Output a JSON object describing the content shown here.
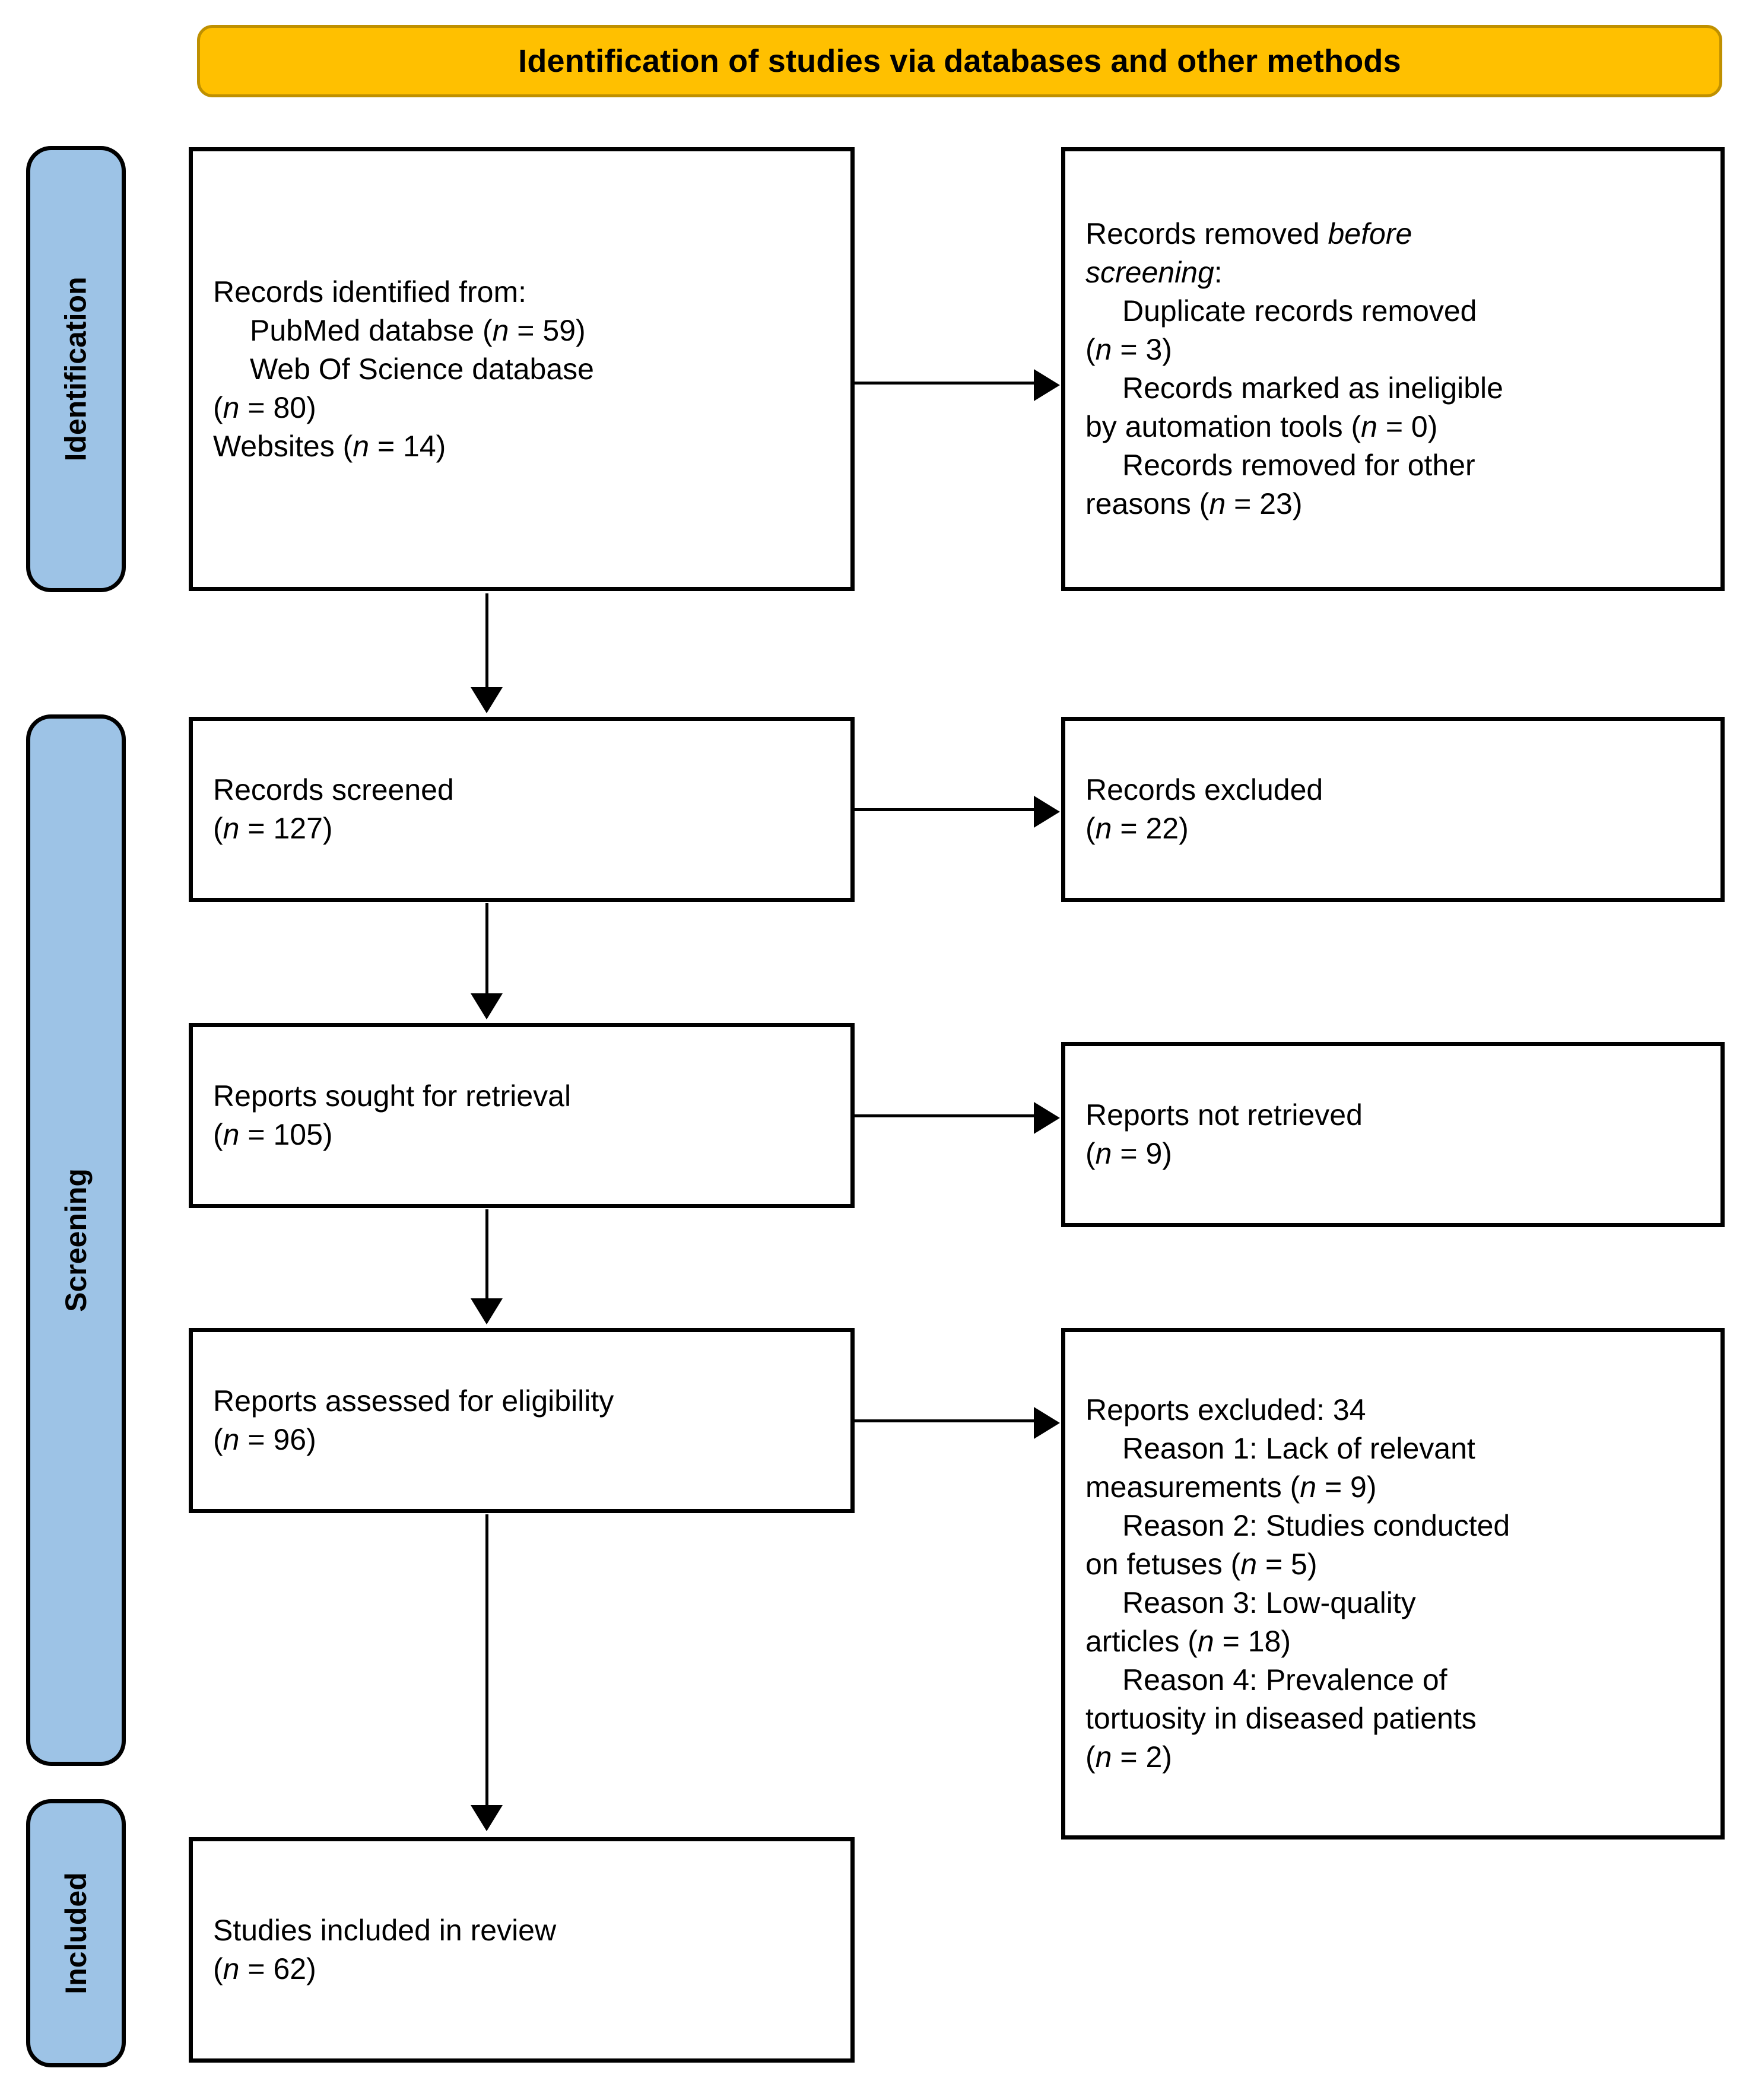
{
  "colors": {
    "banner_fill": "#FFC000",
    "banner_border": "#BF9000",
    "stage_fill": "#9DC3E6",
    "line": "#000000"
  },
  "banner": {
    "title": "Identification of studies via databases and other methods"
  },
  "stages": [
    {
      "id": "identification",
      "label": "Identification"
    },
    {
      "id": "screening",
      "label": "Screening"
    },
    {
      "id": "included",
      "label": "Included"
    }
  ],
  "boxes": {
    "identified": {
      "lines": [
        "Records identified from:",
        "PubMed databse (n = 59)",
        "Web Of Science database",
        "(n = 80)",
        "Websites (n = 14)"
      ]
    },
    "removed": {
      "lines": [
        "Records removed before",
        "screening:",
        "Duplicate records removed",
        "(n = 3)",
        "Records marked as ineligible",
        "by automation tools (n = 0)",
        "Records removed for other",
        "reasons (n = 23)"
      ]
    },
    "screened": {
      "lines": [
        "Records screened",
        "(n = 127)"
      ]
    },
    "excluded": {
      "lines": [
        "Records excluded",
        "(n = 22)"
      ]
    },
    "sought": {
      "lines": [
        "Reports sought for retrieval",
        "(n = 105)"
      ]
    },
    "not_retrieved": {
      "lines": [
        "Reports not retrieved",
        "(n = 9)"
      ]
    },
    "assessed": {
      "lines": [
        "Reports assessed for eligibility",
        "(n = 96)"
      ]
    },
    "reports_excluded": {
      "heading": "Reports excluded: 34",
      "reasons": [
        "Reason 1: Lack of relevant",
        "measurements (n = 9)",
        "Reason 2: Studies conducted",
        "on fetuses (n = 5)",
        "Reason 3: Low-quality",
        "articles (n = 18)",
        "Reason 4: Prevalence of",
        "tortuosity in diseased patients",
        "(n = 2)"
      ]
    },
    "included": {
      "lines": [
        "Studies included in review",
        "(n = 62)"
      ]
    }
  },
  "counts": {
    "pubmed": 59,
    "web_of_science": 80,
    "websites": 14,
    "duplicates_removed": 3,
    "ineligible_automation": 0,
    "removed_other": 23,
    "records_screened": 127,
    "records_excluded": 22,
    "reports_sought": 105,
    "reports_not_retrieved": 9,
    "reports_assessed": 96,
    "reports_excluded_total": 34,
    "reason1": 9,
    "reason2": 5,
    "reason3": 18,
    "reason4": 2,
    "studies_included": 62
  }
}
